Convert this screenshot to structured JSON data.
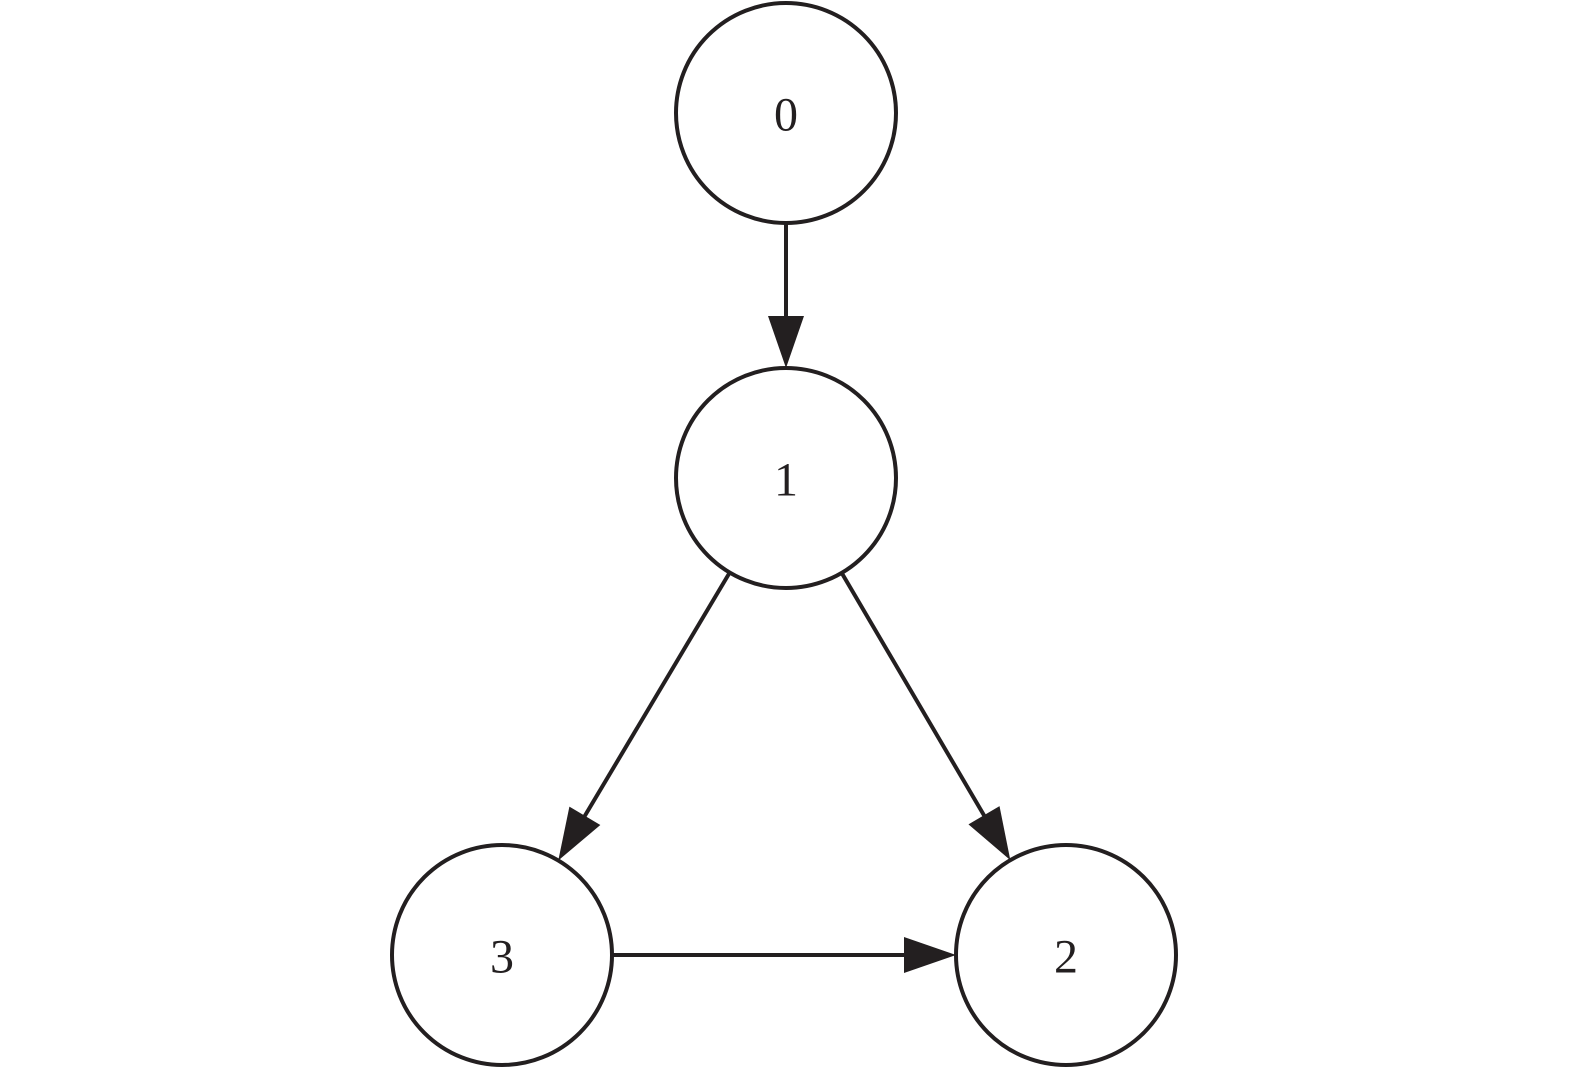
{
  "diagram": {
    "type": "directed-graph",
    "nodes": [
      {
        "id": "0",
        "label": "0"
      },
      {
        "id": "1",
        "label": "1"
      },
      {
        "id": "2",
        "label": "2"
      },
      {
        "id": "3",
        "label": "3"
      }
    ],
    "edges": [
      {
        "from": "0",
        "to": "1"
      },
      {
        "from": "1",
        "to": "3"
      },
      {
        "from": "1",
        "to": "2"
      },
      {
        "from": "3",
        "to": "2"
      }
    ]
  },
  "colors": {
    "stroke": "#231f20",
    "background": "#ffffff"
  }
}
